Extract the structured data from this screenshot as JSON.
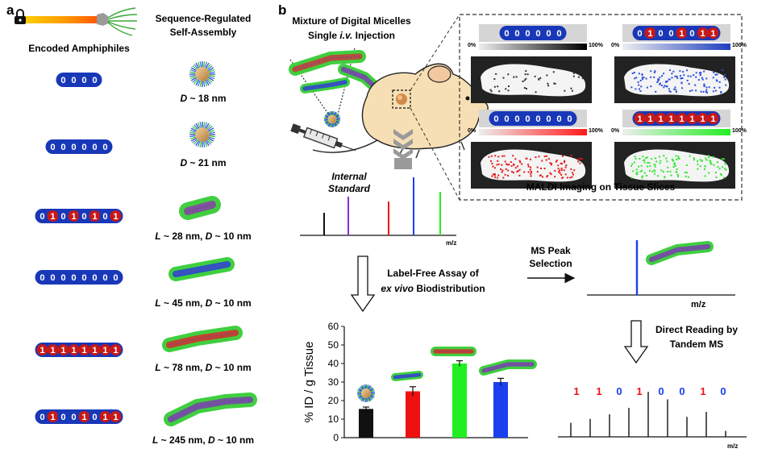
{
  "panel_a": {
    "label": "a",
    "col1_title": "Encoded Amphiphiles",
    "col2_title_line1": "Sequence-Regulated",
    "col2_title_line2": "Self-Assembly",
    "rows": [
      {
        "code": "0000",
        "size_var1": "D",
        "size_text1": " ~ 18 nm",
        "size_var2": "",
        "size_text2": ""
      },
      {
        "code": "000000",
        "size_var1": "D",
        "size_text1": " ~ 21 nm",
        "size_var2": "",
        "size_text2": ""
      },
      {
        "code": "01010101",
        "size_var1": "L",
        "size_text1": " ~ 28 nm, ",
        "size_var2": "D",
        "size_text2": " ~ 10 nm"
      },
      {
        "code": "00000000",
        "size_var1": "L",
        "size_text1": " ~ 45 nm, ",
        "size_var2": "D",
        "size_text2": " ~ 10 nm"
      },
      {
        "code": "11111111",
        "size_var1": "L",
        "size_text1": " ~ 78 nm, ",
        "size_var2": "D",
        "size_text2": " ~ 10 nm"
      },
      {
        "code": "01001011",
        "size_var1": "L",
        "size_text1": " ~ 245 nm, ",
        "size_var2": "D",
        "size_text2": " ~ 10 nm"
      }
    ]
  },
  "panel_b": {
    "label": "b",
    "mixture_line1": "Mixture of Digital Micelles",
    "mixture_line2_pre": "Single ",
    "mixture_line2_italic": "i.v.",
    "mixture_line2_post": " Injection",
    "internal_line1": "Internal",
    "internal_line2": "Standard",
    "mz": "m/z",
    "maldi_caption": "MALDI Imaging on Tissue Slices",
    "label_free_line1": "Label-Free Assay of",
    "label_free_line2_italic": "ex vivo",
    "label_free_line2_post": " Biodistribution",
    "ms_peak_line1": "MS Peak",
    "ms_peak_line2": "Selection",
    "direct_line1": "Direct Reading by",
    "direct_line2": "Tandem MS",
    "tandem_digits": [
      "1",
      "1",
      "0",
      "1",
      "0",
      "0",
      "1",
      "0"
    ],
    "maldi_panels": [
      {
        "code": "000000",
        "pct_low": "0%",
        "pct_high": "100%",
        "gradient": "#000000",
        "dot_color": "#333333"
      },
      {
        "code": "01001011",
        "pct_low": "0%",
        "pct_high": "100%",
        "gradient": "#1f3fbf",
        "dot_color": "#2a4ee0"
      },
      {
        "code": "00000000",
        "pct_low": "0%",
        "pct_high": "100%",
        "gradient": "#ff1a1a",
        "dot_color": "#e81818"
      },
      {
        "code": "11111111",
        "pct_low": "0%",
        "pct_high": "100%",
        "gradient": "#22ee22",
        "dot_color": "#2ee82e"
      }
    ]
  },
  "colors": {
    "bit_zero": "#1838b8",
    "bit_one": "#c81818",
    "black": "#111111",
    "red": "#ee1111",
    "green": "#22ee22",
    "blue": "#1a3fee",
    "purple": "#8a2be2"
  },
  "chart_data": [
    {
      "type": "bar",
      "ylabel": "% ID / g Tissue",
      "ylim": [
        0,
        60
      ],
      "yticks": [
        0,
        10,
        20,
        30,
        40,
        50,
        60
      ],
      "values": [
        15.5,
        25,
        40,
        30
      ],
      "errors": [
        1,
        2.5,
        1.5,
        2
      ],
      "colors": [
        "#111111",
        "#ee1111",
        "#22ee22",
        "#1a3fee"
      ]
    },
    {
      "type": "bar",
      "xlabel": "m/z",
      "values": [
        0.4,
        0.7,
        0.6,
        0.8,
        0.6
      ]
    },
    {
      "type": "bar",
      "xlabel": "m/z",
      "values": [
        0.28,
        0.36,
        0.45,
        0.58,
        0.9,
        0.75,
        0.4,
        0.5,
        0.12
      ]
    }
  ]
}
